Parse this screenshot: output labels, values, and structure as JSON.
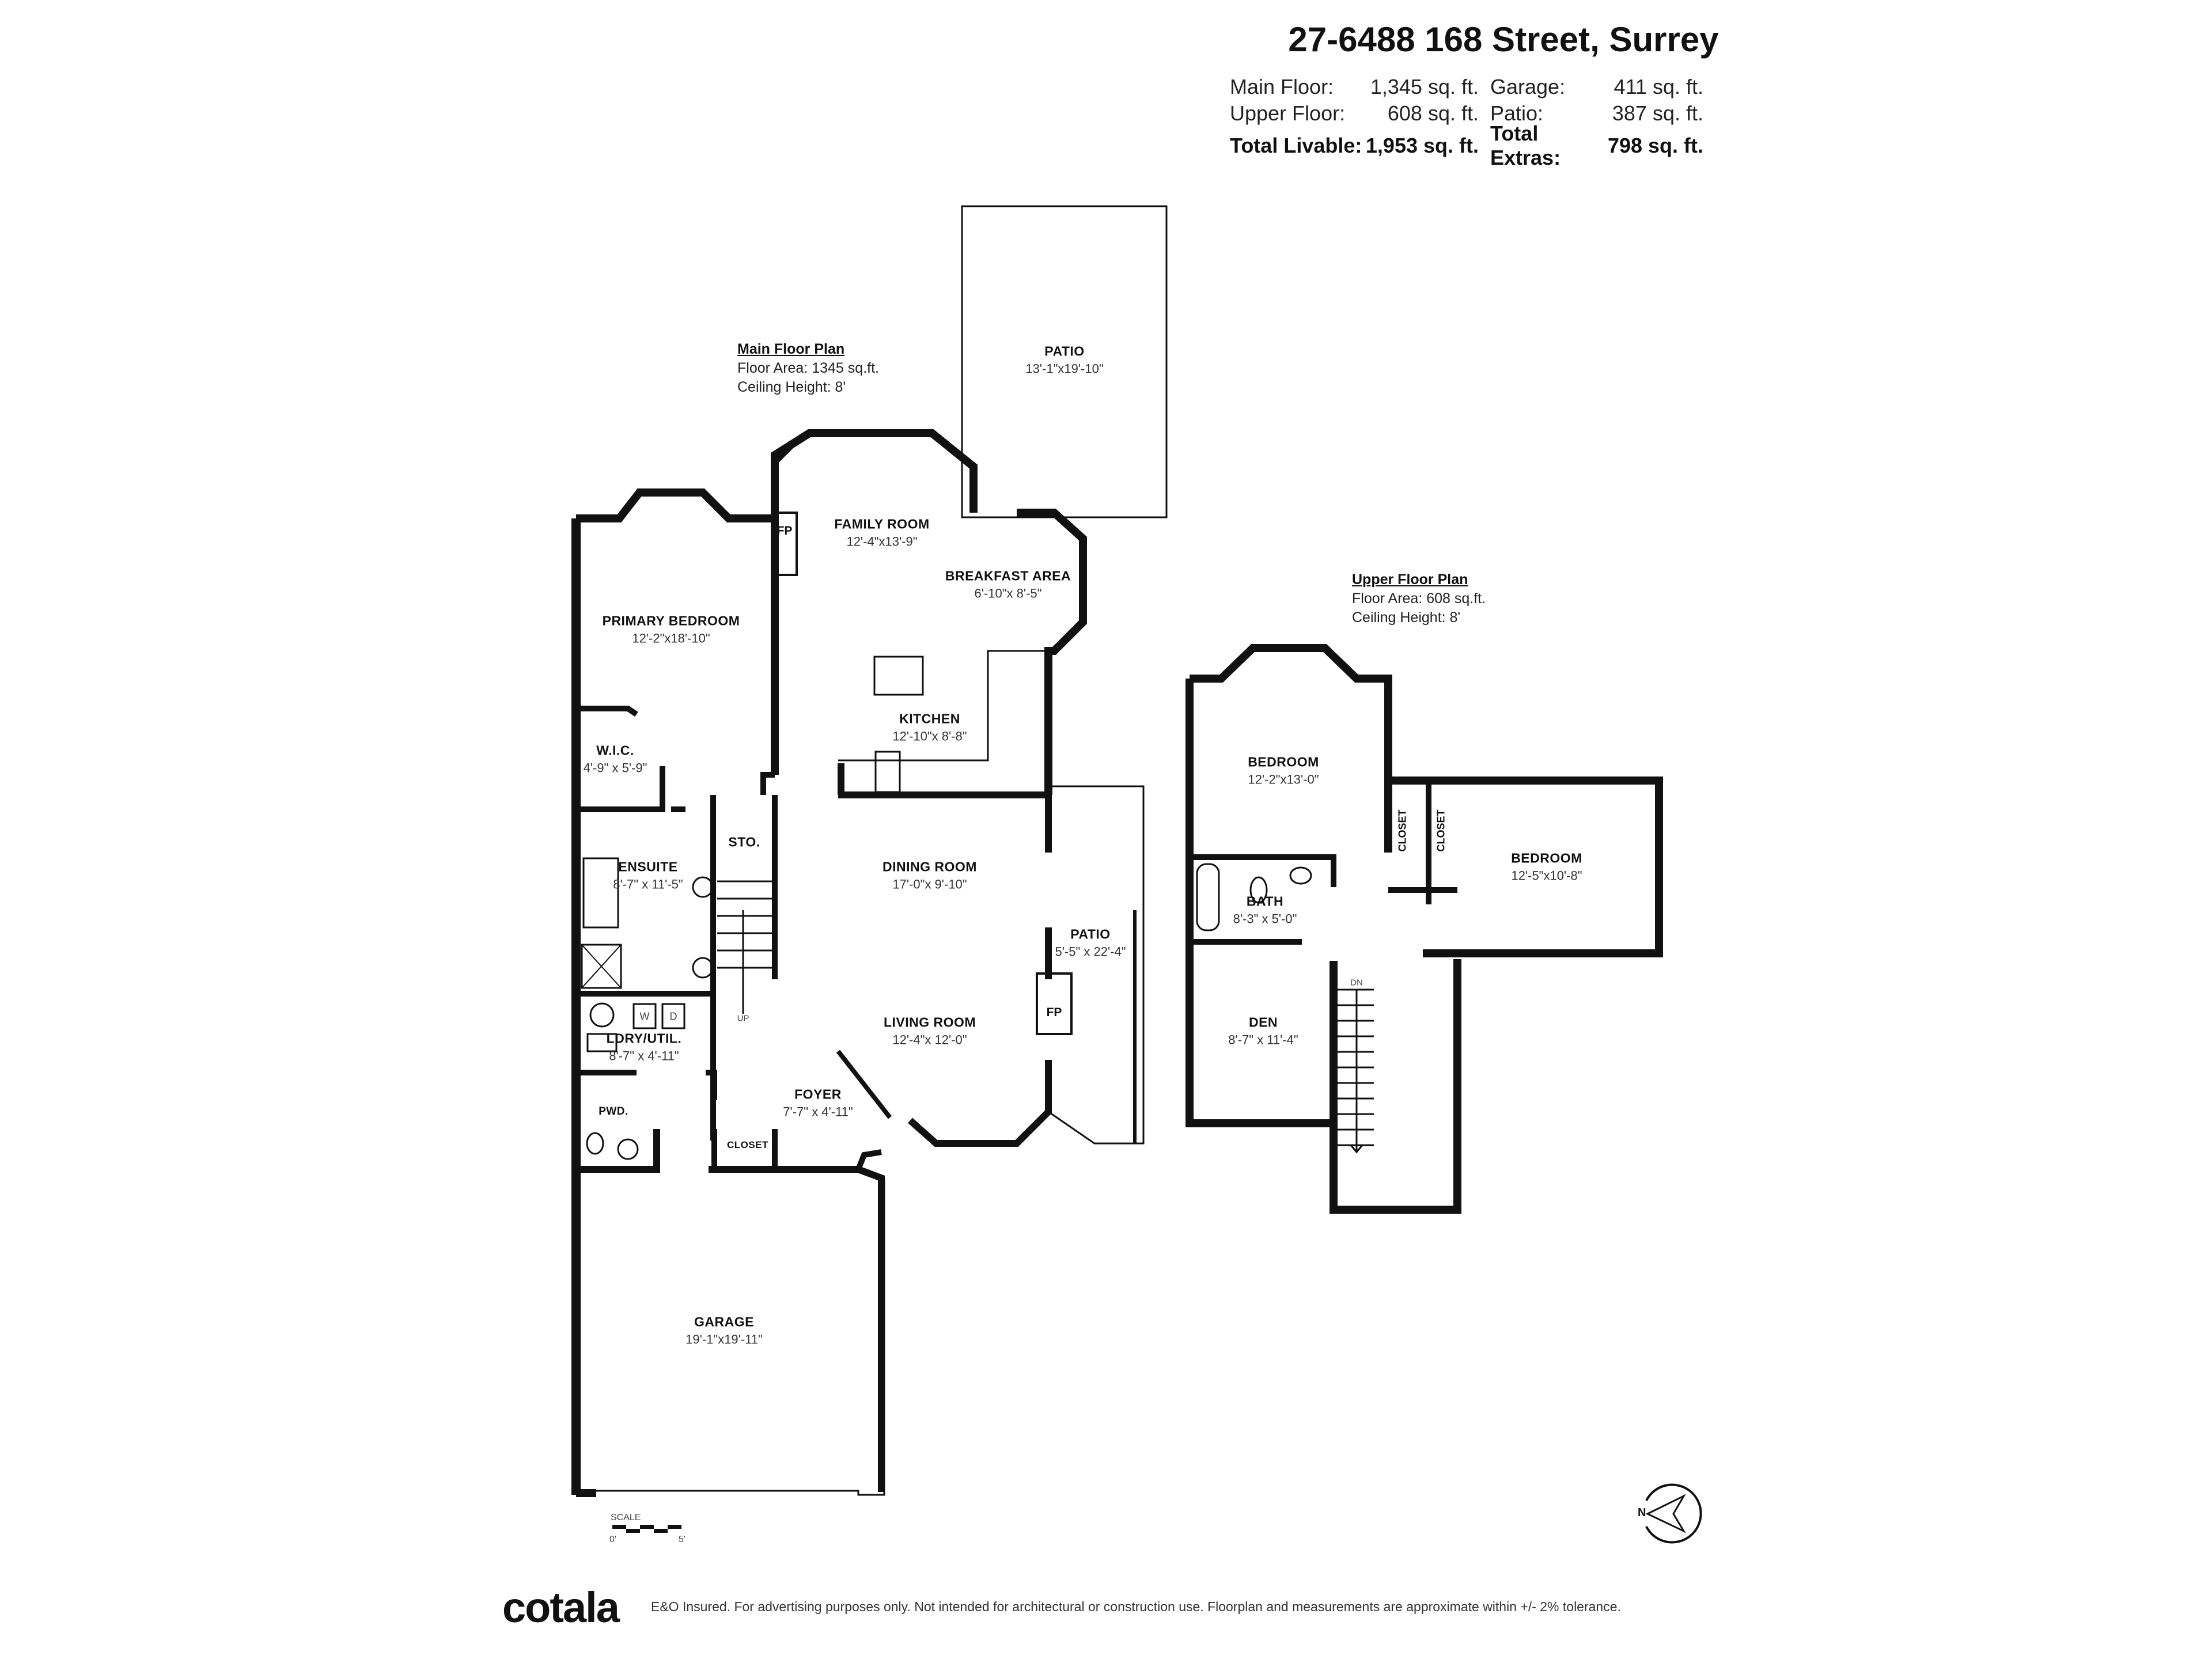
{
  "header": {
    "address": "27-6488 168 Street, Surrey",
    "stats": {
      "main_floor": {
        "label": "Main Floor:",
        "value": "1,345",
        "unit": "sq. ft."
      },
      "upper_floor": {
        "label": "Upper Floor:",
        "value": "608",
        "unit": "sq. ft."
      },
      "garage": {
        "label": "Garage:",
        "value": "411",
        "unit": "sq. ft."
      },
      "patio": {
        "label": "Patio:",
        "value": "387",
        "unit": "sq. ft."
      },
      "total_livable": {
        "label": "Total Livable:",
        "value": "1,953 sq. ft."
      },
      "total_extras": {
        "label": "Total Extras:",
        "value": "798 sq. ft."
      }
    }
  },
  "main_floor_plan": {
    "heading": "Main Floor Plan",
    "floor_area": "Floor Area: 1345 sq.ft.",
    "ceiling_height": "Ceiling Height: 8'",
    "rooms": [
      {
        "name": "PATIO",
        "dims": "13'-1\"x19'-10\""
      },
      {
        "name": "FAMILY ROOM",
        "dims": "12'-4\"x13'-9\""
      },
      {
        "name": "BREAKFAST AREA",
        "dims": "6'-10\"x 8'-5\""
      },
      {
        "name": "PRIMARY BEDROOM",
        "dims": "12'-2\"x18'-10\""
      },
      {
        "name": "KITCHEN",
        "dims": "12'-10\"x 8'-8\""
      },
      {
        "name": "W.I.C.",
        "dims": "4'-9\" x 5'-9\""
      },
      {
        "name": "STO.",
        "dims": ""
      },
      {
        "name": "ENSUITE",
        "dims": "8'-7\" x 11'-5\""
      },
      {
        "name": "DINING ROOM",
        "dims": "17'-0\"x 9'-10\""
      },
      {
        "name": "PATIO",
        "dims": "5'-5\" x 22'-4\""
      },
      {
        "name": "LIVING ROOM",
        "dims": "12'-4\"x 12'-0\""
      },
      {
        "name": "LDRY/UTIL.",
        "dims": "8'-7\" x 4'-11\""
      },
      {
        "name": "FOYER",
        "dims": "7'-7\" x 4'-11\""
      },
      {
        "name": "PWD.",
        "dims": ""
      },
      {
        "name": "CLOSET",
        "dims": ""
      },
      {
        "name": "GARAGE",
        "dims": "19'-1\"x19'-11\""
      }
    ],
    "fixtures": {
      "fireplace": "FP",
      "washer": "W",
      "dryer": "D",
      "stairs_up": "UP"
    }
  },
  "upper_floor_plan": {
    "heading": "Upper Floor Plan",
    "floor_area": "Floor Area: 608 sq.ft.",
    "ceiling_height": "Ceiling Height: 8'",
    "rooms": [
      {
        "name": "BEDROOM",
        "dims": "12'-2\"x13'-0\""
      },
      {
        "name": "CLOSET",
        "dims": ""
      },
      {
        "name": "CLOSET",
        "dims": ""
      },
      {
        "name": "BEDROOM",
        "dims": "12'-5\"x10'-8\""
      },
      {
        "name": "BATH",
        "dims": "8'-3\" x 5'-0\""
      },
      {
        "name": "DEN",
        "dims": "8'-7\" x 11'-4\""
      }
    ],
    "fixtures": {
      "stairs_down": "DN"
    }
  },
  "scale": {
    "label": "SCALE",
    "start": "0'",
    "end": "5'"
  },
  "compass": {
    "north_label": "N"
  },
  "footer": {
    "brand": "cotala",
    "disclaimer": "E&O Insured. For advertising purposes only. Not intended for architectural or construction use. Floorplan and measurements are approximate within +/- 2% tolerance."
  }
}
